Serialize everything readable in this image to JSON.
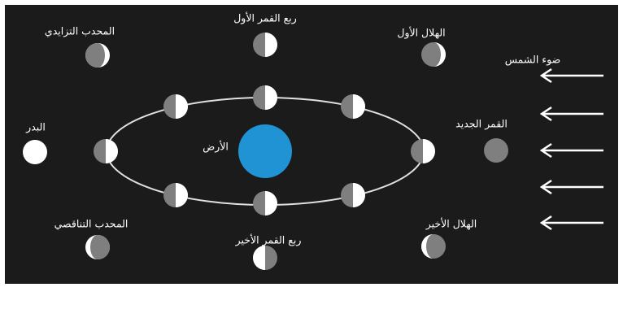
{
  "labels": {
    "earth": "الأرض",
    "sunlight": "ضوء الشمس",
    "new_moon": "القمر الجديد",
    "waxing_crescent": "الهلال الأول",
    "first_quarter": "ربع القمر الأول",
    "waxing_gibbous": "المحدب التزايدي",
    "full_moon": "البدر",
    "waning_gibbous": "المحدب التناقصي",
    "third_quarter": "ربع القمر الأخير",
    "waning_crescent": "الهلال الأخير"
  },
  "colors": {
    "background": "#1b1b1b",
    "earth": "#1f93d3",
    "lit": "#ffffff",
    "dark": "#7f7f7f",
    "orbit": "#e0e0e0"
  }
}
